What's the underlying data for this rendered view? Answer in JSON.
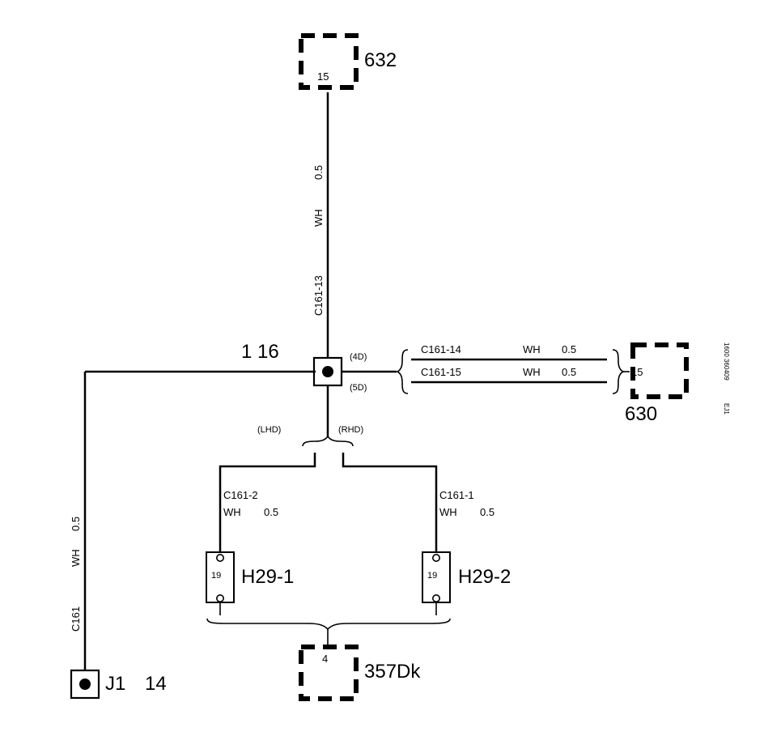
{
  "components": {
    "top_connector": {
      "label": "632",
      "pin": "15"
    },
    "right_connector": {
      "label": "630",
      "pin": "15"
    },
    "bottom_connector": {
      "label": "357Dk",
      "pin": "4"
    },
    "splice": {
      "label": "1 16",
      "upper_note": "(4D)",
      "lower_note": "(5D)"
    },
    "ground": {
      "label": "J1",
      "pin": "14"
    },
    "lamp_left": {
      "label": "H29-1",
      "pin": "19"
    },
    "lamp_right": {
      "label": "H29-2",
      "pin": "19"
    }
  },
  "wires": {
    "vertical_top": {
      "connector": "C161-13",
      "color": "WH",
      "size": "0.5"
    },
    "left_vertical": {
      "connector": "C161",
      "color": "WH",
      "size": "0.5"
    },
    "right_upper": {
      "connector": "C161-14",
      "color": "WH",
      "size": "0.5"
    },
    "right_lower": {
      "connector": "C161-15",
      "color": "WH",
      "size": "0.5"
    },
    "branch_left": {
      "connector": "C161-2",
      "color": "WH",
      "size": "0.5"
    },
    "branch_right": {
      "connector": "C161-1",
      "color": "WH",
      "size": "0.5"
    }
  },
  "variants": {
    "left": "(LHD)",
    "right": "(RHD)"
  },
  "reference": {
    "code": "1600 360409",
    "tag": "EJ1"
  }
}
